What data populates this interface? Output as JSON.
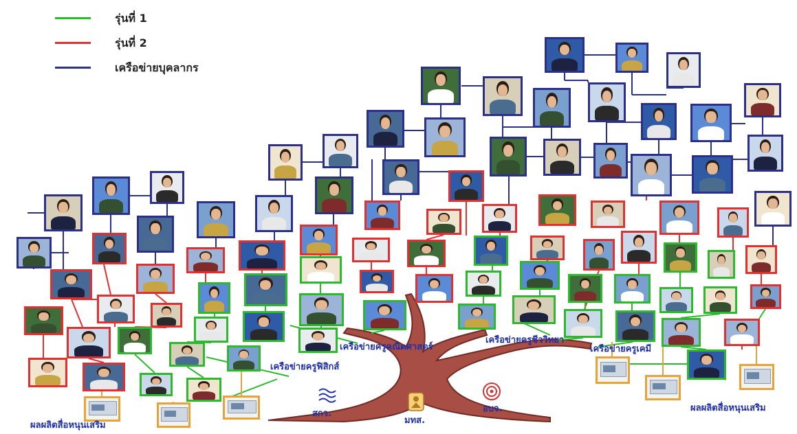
{
  "legend": {
    "items": [
      {
        "label": "รุ่นที่  1",
        "color": "#2db92d"
      },
      {
        "label": "รุ่นที่  2",
        "color": "#e23030"
      },
      {
        "label": "เครือข่ายบุคลากร",
        "color": "#2b2f8a"
      }
    ]
  },
  "colors": {
    "gen1": "#2db92d",
    "gen2": "#e23030",
    "staff": "#2b2f8a",
    "product": "#e8a23a",
    "trunk": "#a94e44",
    "trunk_edge": "#6e2b25",
    "label": "#1f2fa8"
  },
  "networks": {
    "math": "เครือข่ายครูคณิตศาสตร์",
    "biology": "เครือข่ายครูชีววิทยา",
    "physics": "เครือข่ายครูฟิสิกส์",
    "chemistry": "เครือข่ายครูเคมี"
  },
  "captions": {
    "left": "ผลผลิตสื่อหนุนเสริม",
    "right": "ผลผลิตสื่อหนุนเสริม"
  },
  "logos": {
    "skw": "สกว.",
    "mts": "มทส.",
    "obj": "อบจ."
  }
}
